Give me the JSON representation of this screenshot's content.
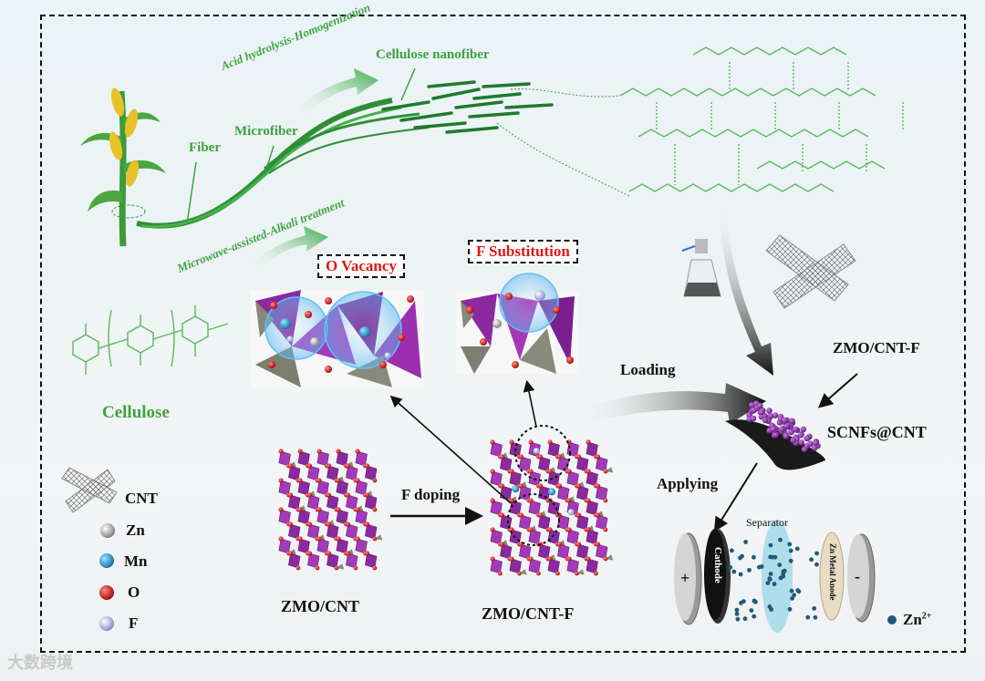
{
  "top": {
    "fiber": "Fiber",
    "microfiber": "Microfiber",
    "cellulose_nanofiber": "Cellulose nanofiber",
    "acid_step": "Acid hydrolysis-Homogenization",
    "alkali_step": "Microwave-assisted-Alkali treatment",
    "cellulose": "Cellulose"
  },
  "defects": {
    "o_vacancy": "O Vacancy",
    "f_substitution": "F Substitution"
  },
  "process": {
    "zmo_cnt": "ZMO/CNT",
    "f_doping": "F doping",
    "zmo_cnt_f": "ZMO/CNT-F",
    "loading": "Loading",
    "zmo_cnt_f_right": "ZMO/CNT-F",
    "scnfs_cnt": "SCNFs@CNT",
    "applying": "Applying"
  },
  "battery": {
    "plus": "+",
    "cathode": "Cathode",
    "separator": "Separator",
    "anode": "Zn Metal Anode",
    "minus": "-",
    "zn_ion": "Zn",
    "zn_charge": "2+"
  },
  "legend": {
    "cnt": "CNT",
    "zn": "Zn",
    "mn": "Mn",
    "o": "O",
    "f": "F"
  },
  "watermark": "大数跨境",
  "colors": {
    "green": "#3fa23f",
    "purple": "#8a2a9e",
    "red_label": "#e01818",
    "mn": "#1a8fc7",
    "o": "#d21414",
    "f": "#9aa3d8"
  }
}
